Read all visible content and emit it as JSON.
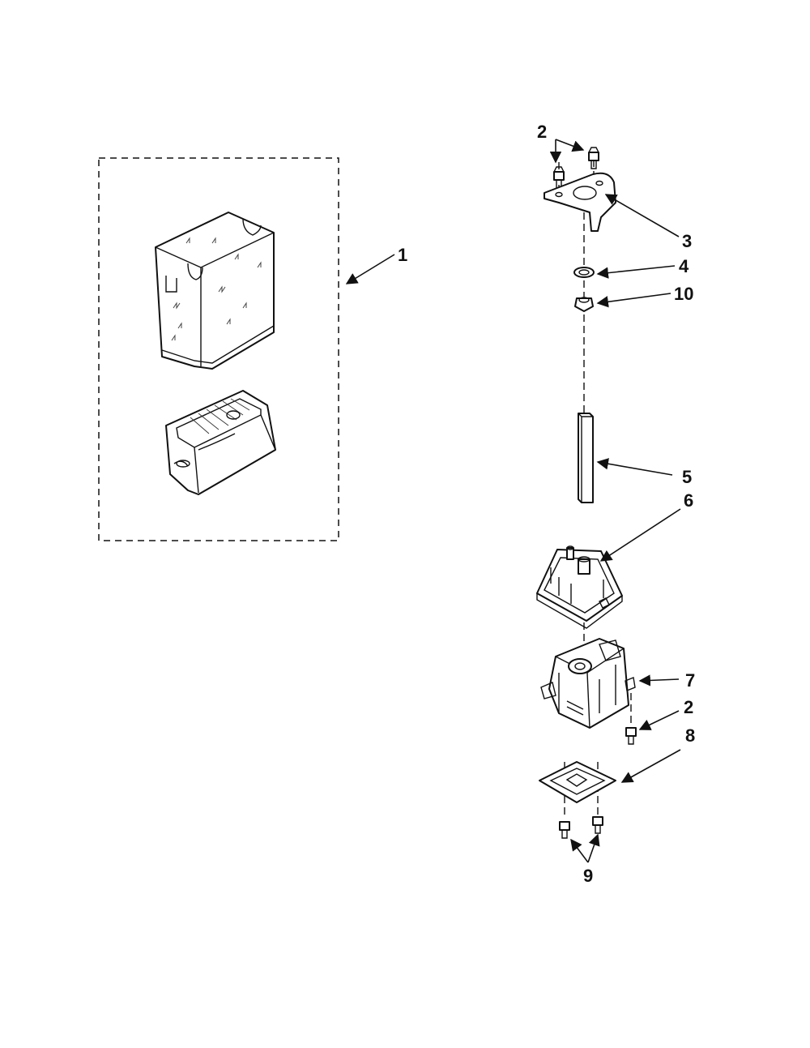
{
  "callouts": {
    "c1": "1",
    "c2_top": "2",
    "c3": "3",
    "c4": "4",
    "c10": "10",
    "c5": "5",
    "c6": "6",
    "c7": "7",
    "c2_mid": "2",
    "c8": "8",
    "c9": "9"
  },
  "colors": {
    "line": "#111111",
    "background": "#ffffff"
  }
}
